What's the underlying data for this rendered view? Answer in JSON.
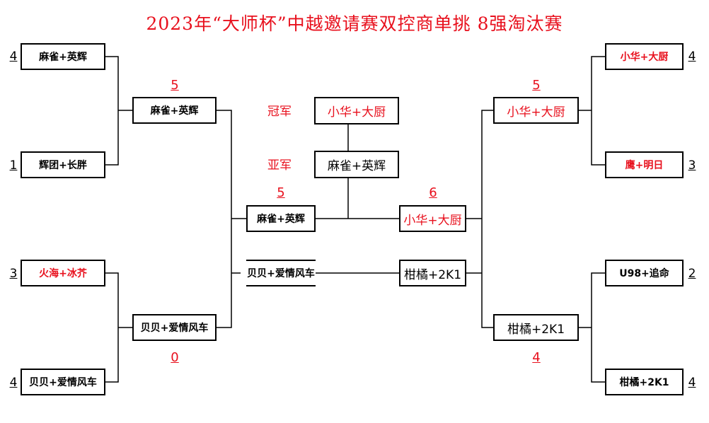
{
  "title": "2023年“大师杯”中越邀请赛双控商单挑 8强淘汰赛",
  "colors": {
    "accent": "#e8101d",
    "line": "#000000",
    "text": "#000000"
  },
  "left": {
    "r1": [
      {
        "seed": "4",
        "name": "麻雀+英辉",
        "highlight": false
      },
      {
        "seed": "1",
        "name": "辉团+长胖",
        "highlight": false
      },
      {
        "seed": "3",
        "name": "火海+冰芥",
        "highlight": true
      },
      {
        "seed": "4",
        "name": "贝贝+爱情风车",
        "highlight": false
      }
    ],
    "r2": [
      {
        "name": "麻雀+英辉",
        "score": "5"
      },
      {
        "name": "贝贝+爱情风车",
        "score": "0"
      }
    ],
    "r3": [
      {
        "name": "麻雀+英辉",
        "score": "5"
      },
      {
        "name": "贝贝+爱情风车"
      }
    ]
  },
  "right": {
    "r1": [
      {
        "seed": "4",
        "name": "小华+大厨",
        "highlight": true
      },
      {
        "seed": "3",
        "name": "鹰+明日",
        "highlight": true
      },
      {
        "seed": "2",
        "name": "U98+追命",
        "highlight": false
      },
      {
        "seed": "4",
        "name": "柑橘+2K1",
        "highlight": false
      }
    ],
    "r2": [
      {
        "name": "小华+大厨",
        "score": "5"
      },
      {
        "name": "柑橘+2K1",
        "score": "4"
      }
    ],
    "r3": [
      {
        "name": "小华+大厨",
        "score": "6"
      },
      {
        "name": "柑橘+2K1"
      }
    ]
  },
  "final": {
    "champion_label": "冠军",
    "champion": "小华+大厨",
    "runner_up_label": "亚军",
    "runner_up": "麻雀+英辉"
  }
}
